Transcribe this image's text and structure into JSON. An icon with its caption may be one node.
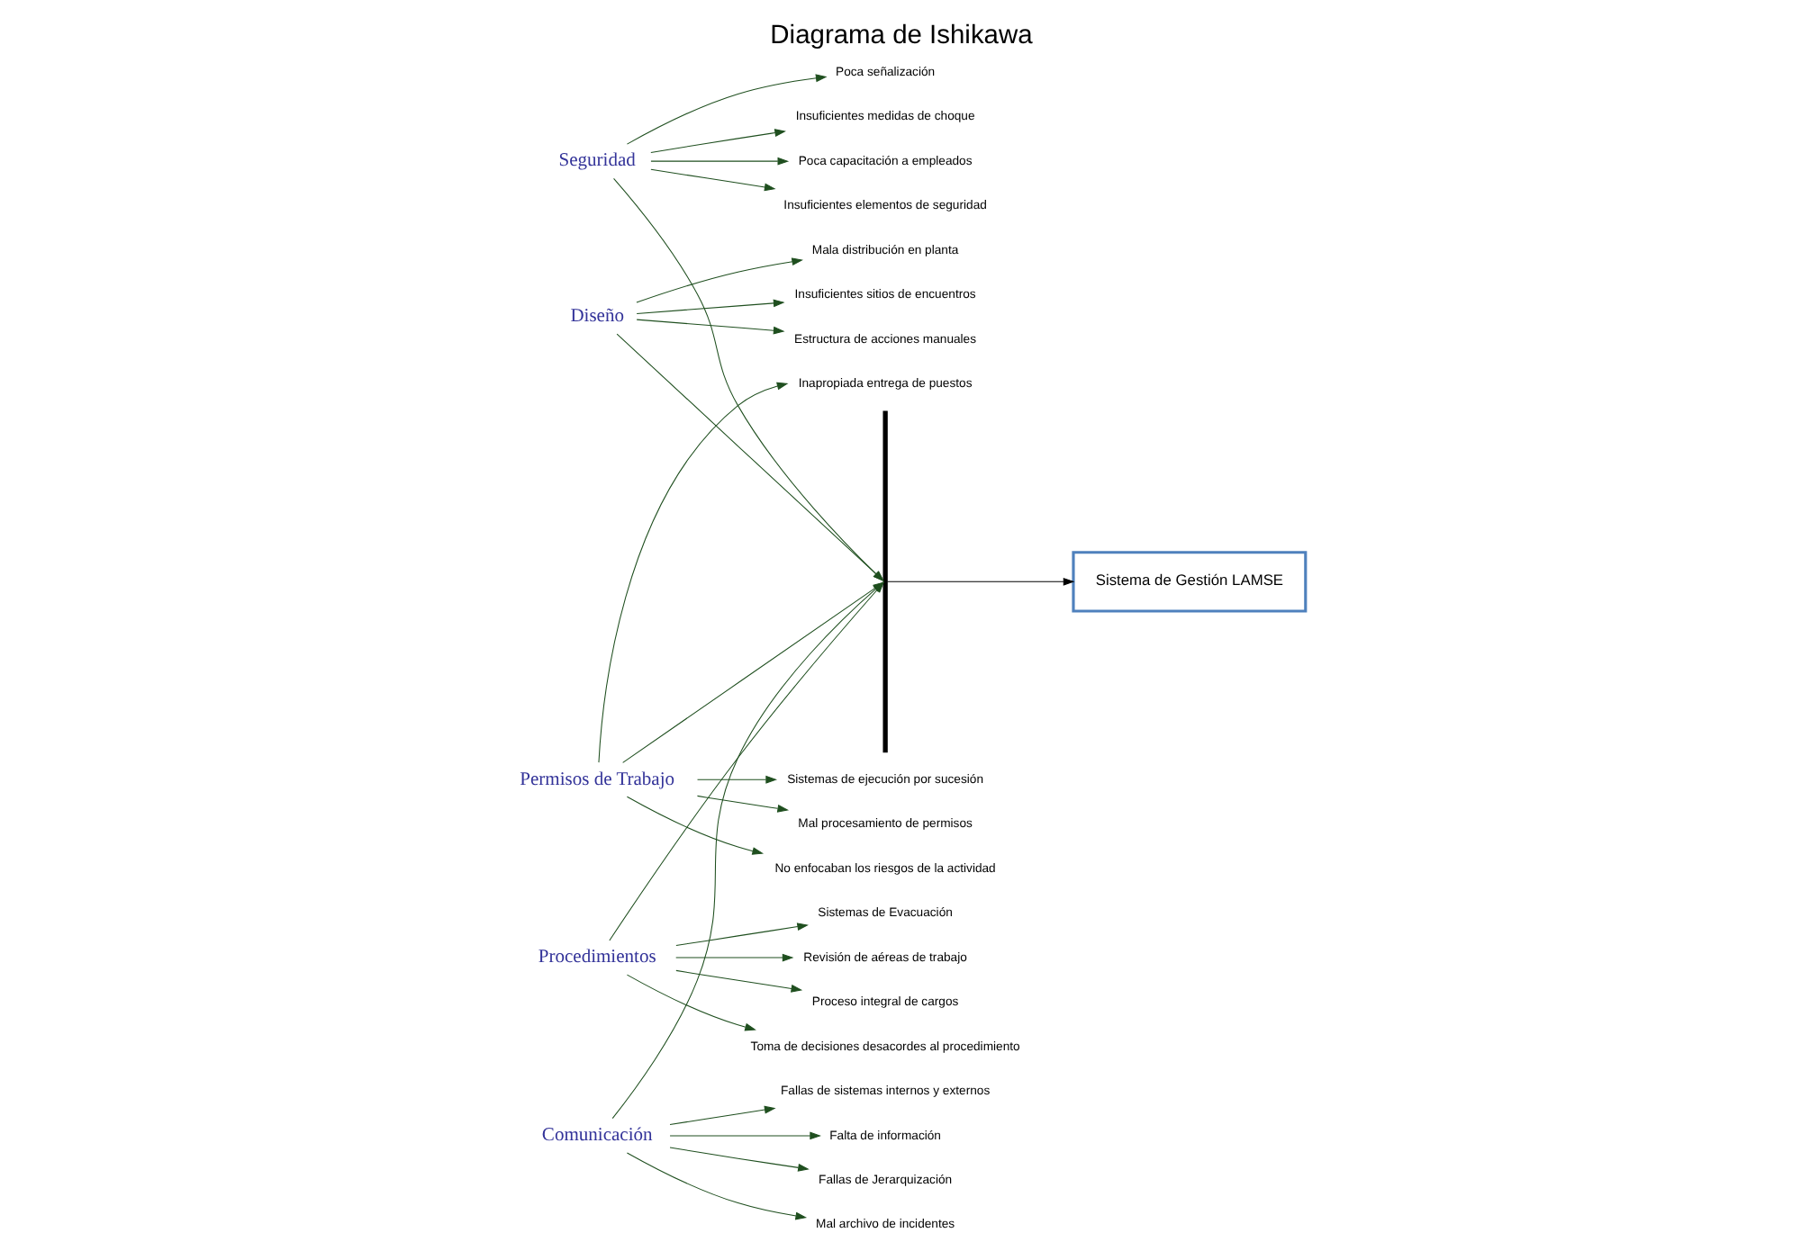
{
  "diagram": {
    "title": "Diagrama de Ishikawa",
    "nodes": [
      {
        "text": [
          "Seguridad"
        ]
      },
      {
        "text": [
          "Diseño"
        ]
      },
      {
        "text": [
          "Permisos de Trabajo"
        ]
      },
      {
        "text": [
          "Poca señalización"
        ]
      },
      {
        "text": [
          "Insuficientes medidas de choque"
        ]
      },
      {
        "text": [
          "Poca capacitación a empleados"
        ]
      },
      {
        "text": [
          "Insuficientes elementos de seguridad"
        ]
      },
      {
        "text": [
          "Mala distribución en planta"
        ]
      },
      {
        "text": [
          "Insuficientes sitios de encuentros"
        ]
      },
      {
        "text": [
          "Estructura de acciones manuales"
        ]
      },
      {
        "text": [
          "Inapropiada entrega de puestos"
        ]
      },
      {
        "text": [
          "Sistemas de ejecución por sucesión"
        ]
      },
      {
        "text": [
          "Mal procesamiento de permisos"
        ]
      },
      {
        "text": [
          "No enfocaban los riesgos de la actividad"
        ]
      },
      {
        "text": [
          "Sistema de Gestión LAMSE"
        ]
      },
      {
        "text": [
          "Sistemas de Evacuación"
        ]
      },
      {
        "text": [
          "Revisión de aéreas de trabajo"
        ]
      },
      {
        "text": [
          "Proceso integral de cargos"
        ]
      },
      {
        "text": [
          "Toma de decisiones desacordes al procedimiento"
        ]
      },
      {
        "text": [
          "Fallas de sistemas internos y externos"
        ]
      },
      {
        "text": [
          "Falta de información"
        ]
      },
      {
        "text": [
          "Fallas de Jerarquización"
        ]
      },
      {
        "text": [
          "Mal archivo de incidentes"
        ]
      },
      {
        "text": [
          "Procedimientos"
        ]
      },
      {
        "text": [
          "Comunicación"
        ]
      },
      {
        "text": [],
        "shape": "bar"
      }
    ],
    "edges": [
      {
        "from": 25,
        "to": 14,
        "arrow": "to",
        "color": "#000000"
      },
      {
        "from": 0,
        "to": 25,
        "arrow": "to"
      },
      {
        "from": 1,
        "to": 25,
        "arrow": "to"
      },
      {
        "from": 2,
        "to": 25,
        "arrow": "to"
      },
      {
        "from": 23,
        "to": 25,
        "arrow": "to"
      },
      {
        "from": 24,
        "to": 25,
        "arrow": "to"
      },
      {
        "from": 0,
        "to": 3,
        "arrow": "to"
      },
      {
        "from": 0,
        "to": 4,
        "arrow": "to"
      },
      {
        "from": 0,
        "to": 5,
        "arrow": "to"
      },
      {
        "from": 0,
        "to": 6,
        "arrow": "to"
      },
      {
        "from": 1,
        "to": 7,
        "arrow": "to"
      },
      {
        "from": 1,
        "to": 8,
        "arrow": "to"
      },
      {
        "from": 1,
        "to": 9,
        "arrow": "to"
      },
      {
        "from": 2,
        "to": 10,
        "arrow": "to"
      },
      {
        "from": 2,
        "to": 11,
        "arrow": "to"
      },
      {
        "from": 2,
        "to": 12,
        "arrow": "to"
      },
      {
        "from": 2,
        "to": 13,
        "arrow": "to"
      },
      {
        "from": 23,
        "to": 15,
        "arrow": "to"
      },
      {
        "from": 23,
        "to": 16,
        "arrow": "to"
      },
      {
        "from": 23,
        "to": 17,
        "arrow": "to"
      },
      {
        "from": 23,
        "to": 18,
        "arrow": "to"
      },
      {
        "from": 24,
        "to": 19,
        "arrow": "to"
      },
      {
        "from": 24,
        "to": 20,
        "arrow": "to"
      },
      {
        "from": 24,
        "to": 21,
        "arrow": "to"
      },
      {
        "from": 24,
        "to": 22,
        "arrow": "to"
      }
    ]
  }
}
